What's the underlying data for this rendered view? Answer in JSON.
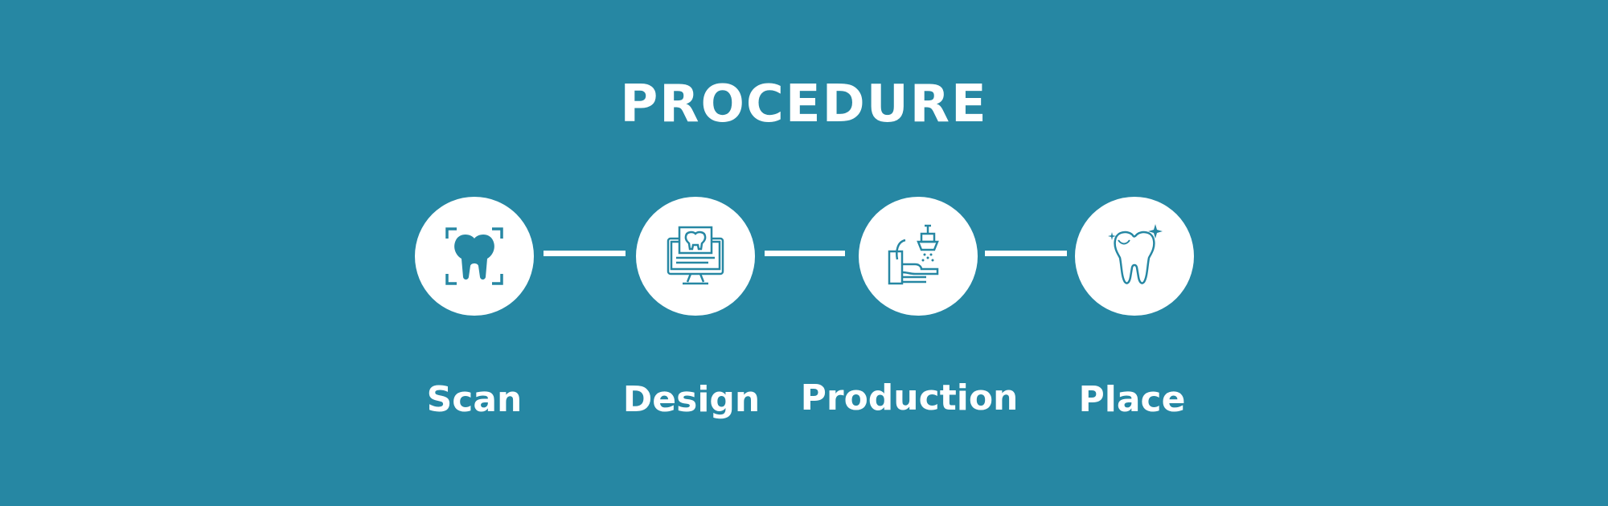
{
  "title": "PROCEDURE",
  "colors": {
    "background": "#2687a3",
    "accent": "#ffffff",
    "icon": "#2687a3"
  },
  "steps": [
    {
      "label": "Scan",
      "icon": "tooth-scan-icon"
    },
    {
      "label": "Design",
      "icon": "monitor-design-icon"
    },
    {
      "label": "Production",
      "icon": "milling-machine-icon"
    },
    {
      "label": "Place",
      "icon": "sparkling-tooth-icon"
    }
  ]
}
